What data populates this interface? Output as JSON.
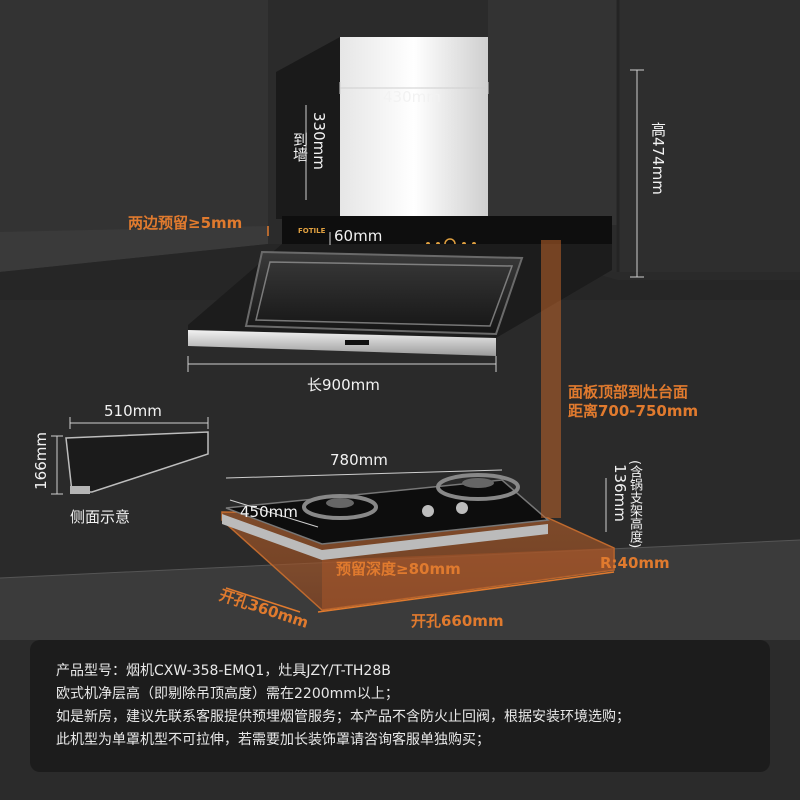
{
  "hood": {
    "brand": "FOTILE",
    "width_top": "430mm",
    "depth_wall": "330mm",
    "to_wall": "到墙",
    "height": "高474mm",
    "side_gap": "两边预留≥5mm",
    "panel_offset": "60mm",
    "length": "长900mm",
    "panel_to_stove": "面板顶部到灶台面",
    "panel_to_stove_range": "距离700-750mm"
  },
  "side_view": {
    "width": "510mm",
    "height": "166mm",
    "caption": "侧面示意"
  },
  "stove": {
    "width": "780mm",
    "depth": "450mm",
    "height": "136mm",
    "height_note": "(含锅支架高度)",
    "depth_reserve": "预留深度≥80mm",
    "radius": "R:40mm",
    "cut_depth": "开孔360mm",
    "cut_width": "开孔660mm"
  },
  "info": {
    "line1": "产品型号：烟机CXW-358-EMQ1，灶具JZY/T-TH28B",
    "line2": "欧式机净层高（即剔除吊顶高度）需在2200mm以上；",
    "line3": "如是新房，建议先联系客服提供预埋烟管服务；本产品不含防火止回阀，根据安装环境选购；",
    "line4": "此机型为单罩机型不可拉伸，若需要加长装饰罩请咨询客服单独购买；"
  },
  "colors": {
    "accent": "#e07a2e",
    "background": "#2b2b2b",
    "cabinet": "#333333"
  }
}
